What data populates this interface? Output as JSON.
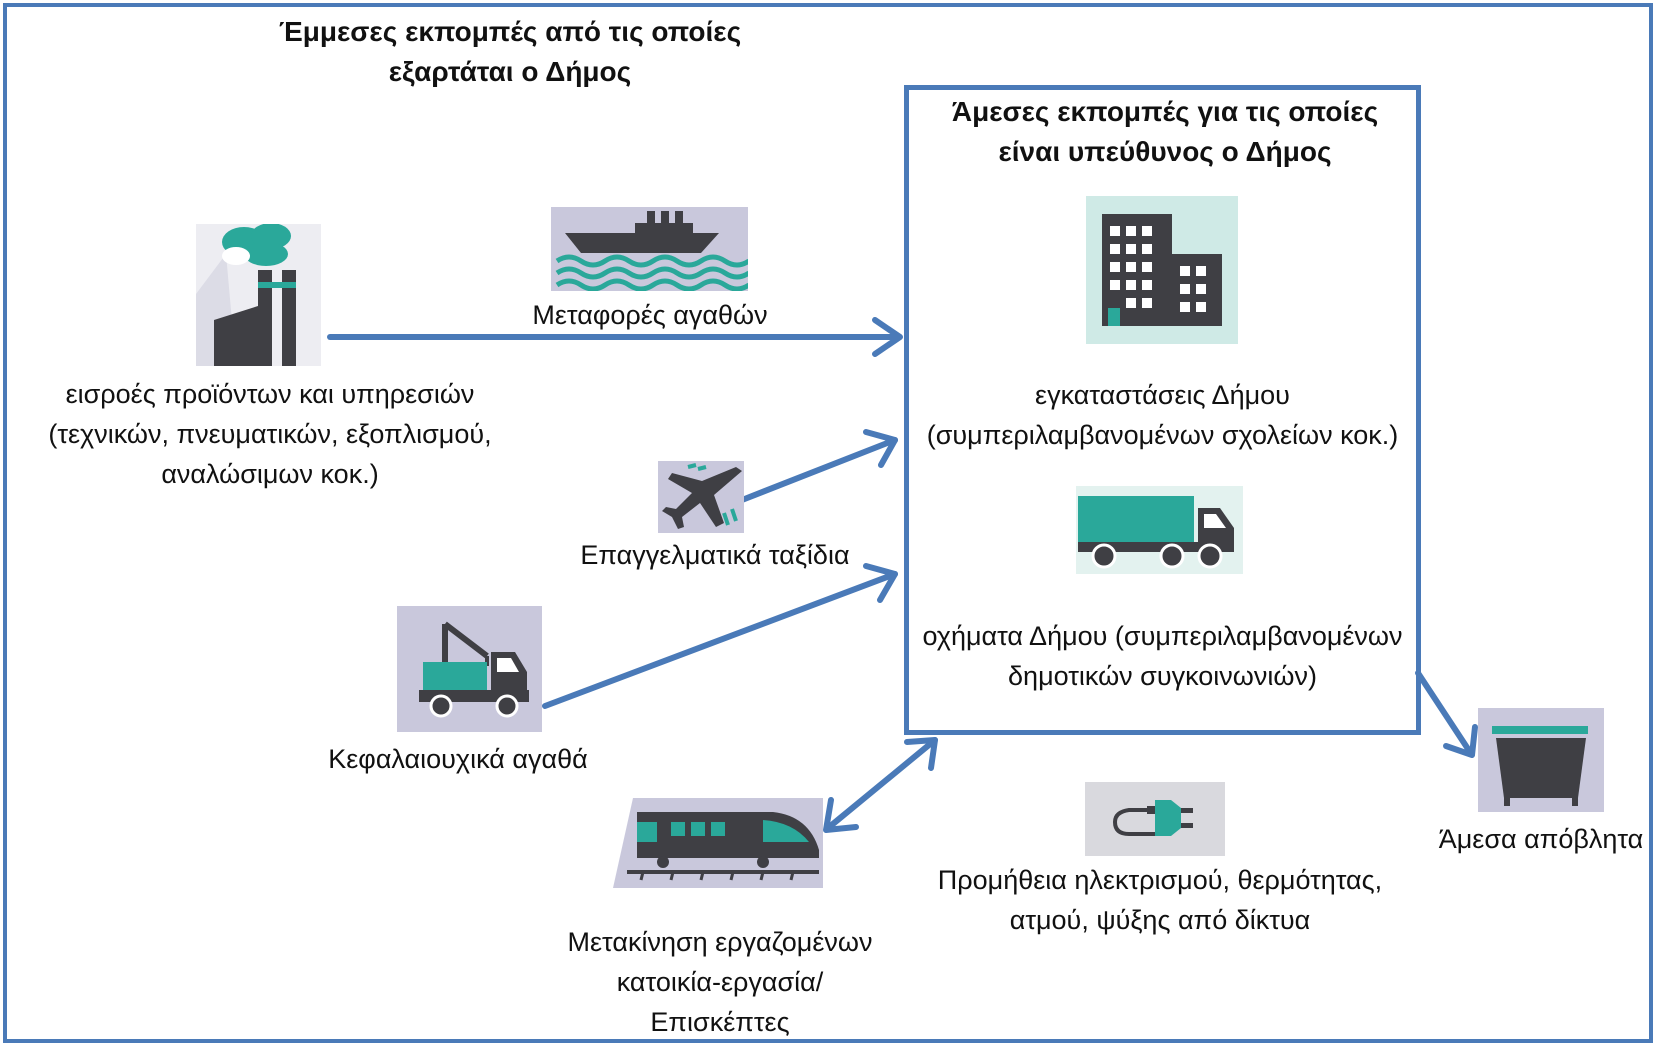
{
  "indirect_title": [
    "Έμμεσες εκπομπές από τις οποίες",
    "εξαρτάται ο Δήμος"
  ],
  "direct_title": [
    "Άμεσες εκπομπές για τις οποίες",
    "είναι υπεύθυνος ο Δήμος"
  ],
  "nodes": {
    "purchased_goods": [
      "εισροές προϊόντων και υπηρεσιών",
      "(τεχνικών, πνευματικών, εξοπλισμού,",
      "αναλώσιμων κοκ.)"
    ],
    "goods_transport": "Μεταφορές αγαθών",
    "business_travel": "Επαγγελματικά ταξίδια",
    "capital_goods": "Κεφαλαιουχικά αγαθά",
    "commuting": [
      "Μετακίνηση εργαζομένων",
      "κατοικία-εργασία/",
      "Επισκέπτες"
    ],
    "facilities": [
      "εγκαταστάσεις Δήμου",
      "(συμπεριλαμβανομένων σχολείων κοκ.)"
    ],
    "vehicles": [
      "οχήματα Δήμου (συμπεριλαμβανομένων",
      "δημοτικών συγκοινωνιών)"
    ],
    "energy": [
      "Προμήθεια ηλεκτρισμού, θερμότητας,",
      "ατμού, ψύξης από δίκτυα"
    ],
    "waste": "Άμεσα απόβλητα"
  },
  "colors": {
    "frame": "#4a7ab8",
    "arrow": "#4a7ab8",
    "teal": "#2aa89a",
    "dark": "#3f3f44",
    "tile_lavender": "#c9c8dc",
    "tile_mint": "#cfeae6"
  },
  "icons": [
    "factory-icon",
    "ship-icon",
    "airplane-icon",
    "crane-truck-icon",
    "train-icon",
    "building-icon",
    "truck-icon",
    "plug-icon",
    "waste-bin-icon"
  ]
}
